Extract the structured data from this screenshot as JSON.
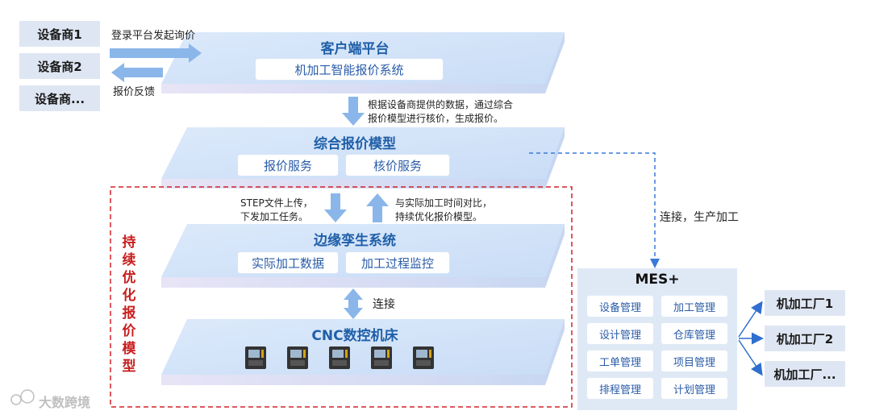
{
  "vendors": [
    "设备商1",
    "设备商2",
    "设备商..."
  ],
  "login_label": "登录平台发起询价",
  "feedback_label": "报价反馈",
  "client_platform": {
    "title": "客户端平台",
    "system": "机加工智能报价系统"
  },
  "data_note": [
    "根据设备商提供的数据，通过综合",
    "报价模型进行核价，生成报价。"
  ],
  "quote_model": {
    "title": "综合报价模型",
    "services": [
      "报价服务",
      "核价服务"
    ]
  },
  "upload_note": [
    "STEP文件上传，",
    "下发加工任务。"
  ],
  "compare_note": [
    "与实际加工时间对比，",
    "持续优化报价模型。"
  ],
  "edge_system": {
    "title": "边缘孪生系统",
    "items": [
      "实际加工数据",
      "加工过程监控"
    ]
  },
  "connect_label": "连接",
  "cnc": {
    "title": "CNC数控机床"
  },
  "optimize_label": "持续优化报价模型",
  "mes_link_label": "连接，生产加工",
  "mes": {
    "title": "MES+",
    "items": [
      "设备管理",
      "加工管理",
      "设计管理",
      "仓库管理",
      "工单管理",
      "项目管理",
      "排程管理",
      "计划管理"
    ]
  },
  "factories": [
    "机加工厂1",
    "机加工厂2",
    "机加工厂..."
  ],
  "watermark": "大数跨境",
  "colors": {
    "accent": "#1f5fa8",
    "dashed_red": "#d0222a",
    "dashed_blue": "#3a7ad8",
    "arrow": "#8ab6ea"
  }
}
